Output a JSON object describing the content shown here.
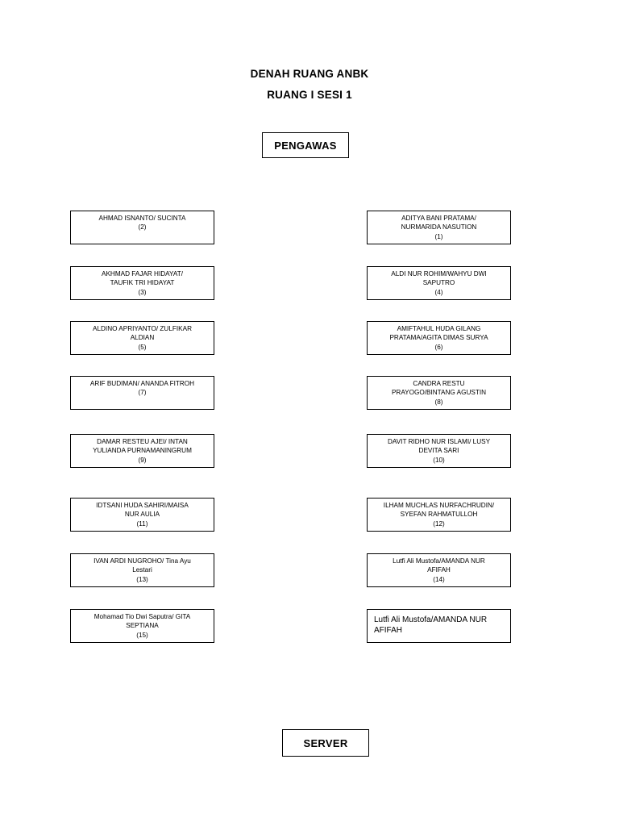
{
  "document": {
    "title_line_1": "DENAH RUANG ANBK",
    "title_line_2": "RUANG I SESI 1"
  },
  "supervisor_box": {
    "label": "PENGAWAS"
  },
  "server_box": {
    "label": "SERVER"
  },
  "seats": {
    "left_column": [
      {
        "names": "AHMAD ISNANTO/ SUCINTA",
        "number": "(2)"
      },
      {
        "names": "AKHMAD FAJAR HIDAYAT/\nTAUFIK TRI HIDAYAT",
        "number": "(3)"
      },
      {
        "names": "ALDINO APRIYANTO/ ZULFIKAR\nALDIAN",
        "number": "(5)"
      },
      {
        "names": "ARIF BUDIMAN/ ANANDA FITROH",
        "number": "(7)"
      },
      {
        "names": "DAMAR RESTEU AJEI/ INTAN\nYULIANDA PURNAMANINGRUM",
        "number": "(9)"
      },
      {
        "names": "IDTSANI HUDA SAHIRI/MAISA\nNUR AULIA",
        "number": "(11)"
      },
      {
        "names": "IVAN ARDI NUGROHO/ Tina Ayu\nLestari",
        "number": "(13)"
      },
      {
        "names": "Mohamad Tio Dwi Saputra/ GITA\nSEPTIANA",
        "number": "(15)"
      }
    ],
    "right_column": [
      {
        "names": "ADITYA BANI PRATAMA/\nNURMARIDA NASUTION",
        "number": "(1)"
      },
      {
        "names": "ALDI NUR ROHIM/WAHYU DWI\nSAPUTRO",
        "number": "(4)"
      },
      {
        "names": "AMIFTAHUL HUDA GILANG\nPRATAMA/AGITA DIMAS SURYA",
        "number": "(6)"
      },
      {
        "names": "CANDRA RESTU\nPRAYOGO/BINTANG AGUSTIN",
        "number": "(8)"
      },
      {
        "names": "DAVIT RIDHO NUR ISLAMI/ LUSY\nDEVITA SARI",
        "number": "(10)"
      },
      {
        "names": "ILHAM MUCHLAS NURFACHRUDIN/\nSYEFAN RAHMATULLOH",
        "number": "(12)"
      },
      {
        "names": "Lutfi Ali Mustofa/AMANDA NUR\nAFIFAH",
        "number": "(14)"
      },
      {
        "names": "Lutfi Ali Mustofa/AMANDA NUR AFIFAH",
        "number": ""
      }
    ]
  }
}
